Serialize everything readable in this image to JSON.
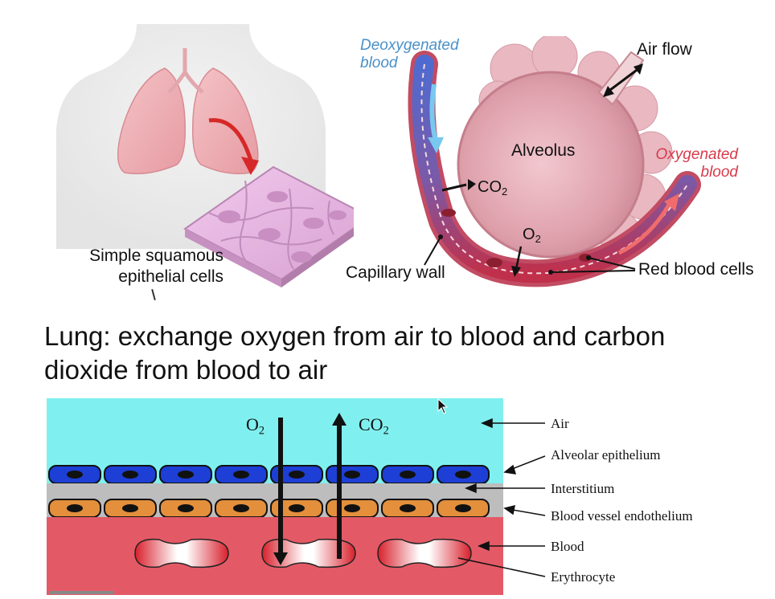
{
  "top_illustration": {
    "epithelial_label": "Simple squamous epithelial cells",
    "deoxygenated_label": "Deoxygenated blood",
    "oxygenated_label": "Oxygenated blood",
    "airflow_label": "Air flow",
    "alveolus_label": "Alveolus",
    "co2_label": "CO",
    "co2_sub": "2",
    "o2_label": "O",
    "o2_sub": "2",
    "capillary_wall_label": "Capillary wall",
    "rbc_label": "Red blood cells"
  },
  "caption": "Lung: exchange oxygen from air to blood and carbon dioxide from blood to air",
  "bottom_diagram": {
    "o2_label": "O",
    "o2_sub": "2",
    "co2_label": "CO",
    "co2_sub": "2",
    "layers": {
      "air": "Air",
      "alveolar_epithelium": "Alveolar epithelium",
      "interstitium": "Interstitium",
      "blood_vessel_endothelium": "Blood vessel endothelium",
      "blood": "Blood",
      "erythrocyte": "Erythrocyte"
    },
    "colors": {
      "air": "#7ff0ef",
      "epithelium": "#1d3fd6",
      "interstitium": "#bdbdbd",
      "endothelium": "#e38f3c",
      "blood": "#e35a66"
    }
  }
}
